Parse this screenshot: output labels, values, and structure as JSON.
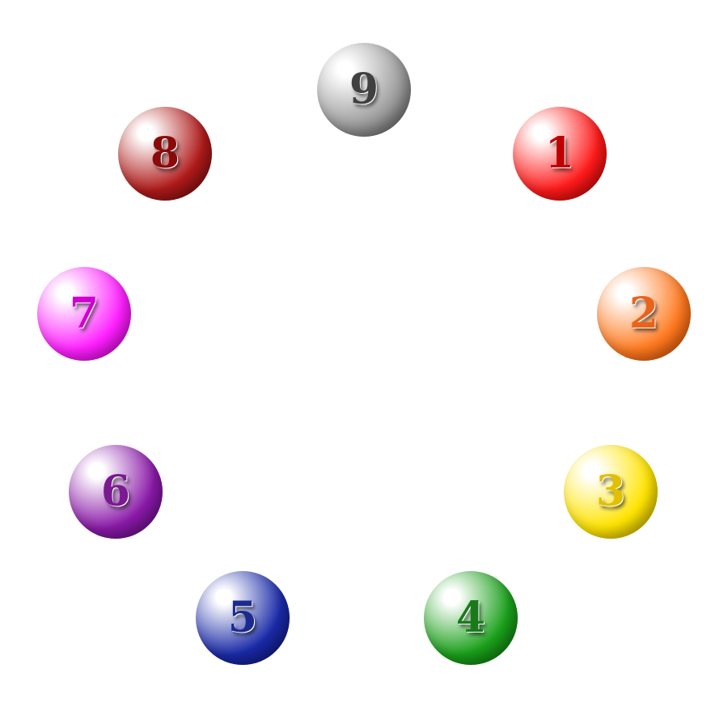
{
  "balls": [
    {
      "label": "1",
      "color": "#ff1a1a",
      "dark": "#b30000",
      "text": "#c00000"
    },
    {
      "label": "2",
      "color": "#ff7a20",
      "dark": "#d14a00",
      "text": "#e8641a"
    },
    {
      "label": "3",
      "color": "#ffe400",
      "dark": "#b8a000",
      "text": "#e0c000"
    },
    {
      "label": "4",
      "color": "#1aa01a",
      "dark": "#0a6a0a",
      "text": "#1a7a1a"
    },
    {
      "label": "5",
      "color": "#1a2aa8",
      "dark": "#0a1470",
      "text": "#1a2a90"
    },
    {
      "label": "6",
      "color": "#8a1aa8",
      "dark": "#5a0a78",
      "text": "#7a1a90"
    },
    {
      "label": "7",
      "color": "#ff20ff",
      "dark": "#c000c0",
      "text": "#d000d0"
    },
    {
      "label": "8",
      "color": "#b01a1a",
      "dark": "#6a0a0a",
      "text": "#8a0a0a"
    },
    {
      "label": "9",
      "color": "#9a9a9a",
      "dark": "#505050",
      "text": "#404040"
    }
  ]
}
